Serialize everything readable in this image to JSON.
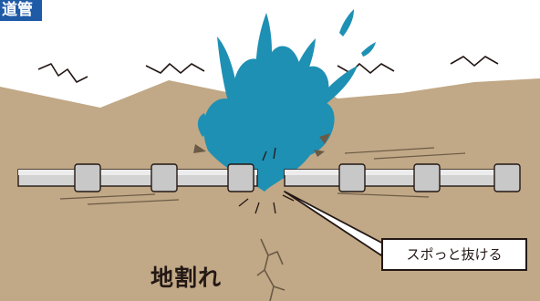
{
  "header": {
    "tag_label": "道管"
  },
  "illustration": {
    "ground_crack_label": "地割れ",
    "callout_label": "スポっと抜ける"
  },
  "colors": {
    "soil": "#c1a886",
    "water": "#1e90b4",
    "pipe": "#d3d3d3",
    "tag_background": "#1f5aa6",
    "outline": "#231815"
  }
}
